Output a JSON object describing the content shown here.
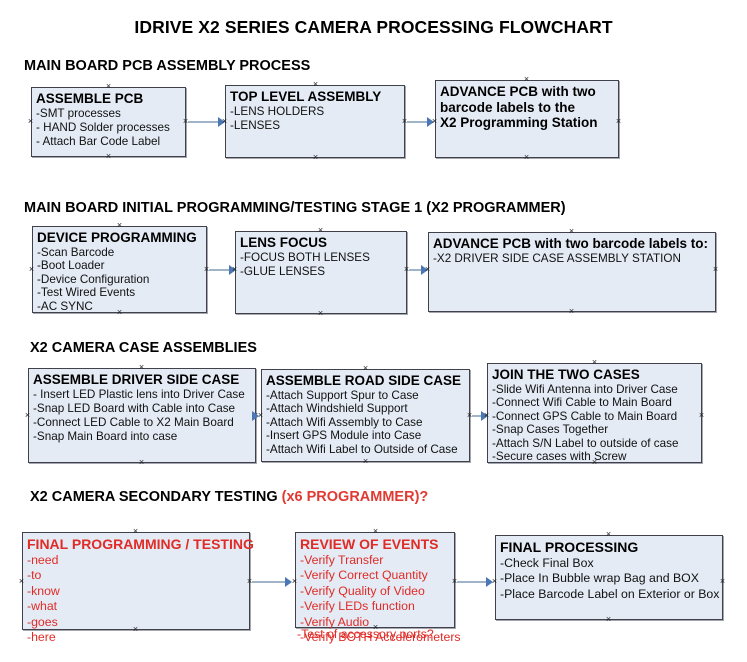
{
  "document": {
    "title": "IDRIVE X2  SERIES CAMERA PROCESSING FLOWCHART"
  },
  "sections": [
    {
      "id": "main-board-pcb-assembly",
      "title": "MAIN BOARD PCB ASSEMBLY PROCESS",
      "title_accent": ""
    },
    {
      "id": "main-board-initial-programming",
      "title": "MAIN BOARD INITIAL PROGRAMMING/TESTING STAGE 1 (X2 PROGRAMMER)",
      "title_accent": ""
    },
    {
      "id": "x2-camera-case-assemblies",
      "title": "X2 CAMERA CASE ASSEMBLIES",
      "title_accent": ""
    },
    {
      "id": "x2-camera-secondary-testing",
      "title": "X2 CAMERA SECONDARY TESTING ",
      "title_accent": "(x6 PROGRAMMER)?"
    }
  ],
  "nodes": {
    "assemble_pcb": {
      "title": "ASSEMBLE PCB",
      "lines": [
        "-SMT processes",
        "- HAND Solder processes",
        "- Attach Bar Code Label"
      ]
    },
    "top_level_assembly": {
      "title": "TOP LEVEL ASSEMBLY",
      "lines": [
        "-LENS HOLDERS",
        "-LENSES"
      ]
    },
    "advance_pcb_station": {
      "title": "ADVANCE PCB with two",
      "title2": "barcode labels to the",
      "title3": " X2 Programming Station",
      "lines": []
    },
    "device_programming": {
      "title": "DEVICE PROGRAMMING",
      "lines": [
        "-Scan Barcode",
        "-Boot Loader",
        "-Device Configuration",
        "-Test Wired Events",
        "-AC SYNC"
      ]
    },
    "lens_focus": {
      "title": "LENS FOCUS",
      "lines": [
        "-FOCUS BOTH LENSES",
        "-GLUE LENSES"
      ]
    },
    "advance_pcb_driver_side": {
      "title": "ADVANCE PCB with two barcode labels to:",
      "lines": [
        "-X2 DRIVER  SIDE  CASE  ASSEMBLY STATION"
      ]
    },
    "assemble_driver_side_case": {
      "title": "ASSEMBLE DRIVER SIDE CASE",
      "lines": [
        "- Insert LED Plastic lens into Driver Case",
        "-Snap LED Board with Cable into Case",
        "-Connect LED Cable to X2 Main Board",
        "-Snap Main Board into case"
      ]
    },
    "assemble_road_side_case": {
      "title": "ASSEMBLE ROAD SIDE CASE",
      "lines": [
        "-Attach Support Spur to Case",
        "-Attach Windshield Support",
        "-Attach Wifi Assembly to Case",
        "-Insert GPS Module into Case",
        "-Attach Wifi Label to Outside of Case"
      ]
    },
    "join_the_two_cases": {
      "title": "JOIN THE TWO CASES",
      "lines": [
        "-Slide Wifi Antenna into Driver Case",
        "-Connect Wifi Cable to Main Board",
        "-Connect GPS Cable to Main Board",
        "-Snap Cases Together",
        "-Attach S/N Label to outside of case",
        "-Secure cases with Screw"
      ]
    },
    "final_programming_testing": {
      "title": "FINAL PROGRAMMING / TESTING",
      "lines": [
        "-need",
        "-to",
        "-know",
        "-what",
        "-goes",
        "-here"
      ]
    },
    "review_of_events": {
      "title": "REVIEW OF EVENTS",
      "lines": [
        "-Verify Transfer",
        "-Verify Correct Quantity",
        "-Verify Quality of Video",
        "-Verify LEDs function",
        "-Verify Audio",
        "-Verify BOTH Accelerometers"
      ],
      "overflow_line": "-Test of accessory ports?"
    },
    "final_processing": {
      "title": "FINAL PROCESSING",
      "lines": [
        " -Check Final Box",
        "-Place In Bubble wrap Bag and BOX",
        "-Place Barcode Label on Exterior or Box"
      ]
    }
  },
  "colors": {
    "node_fill": "#e4ebf5",
    "node_border": "#40414a",
    "accent_red": "#e02b26",
    "connector": "#9fb4c9",
    "arrow": "#4a77b5",
    "text": "#000000"
  }
}
